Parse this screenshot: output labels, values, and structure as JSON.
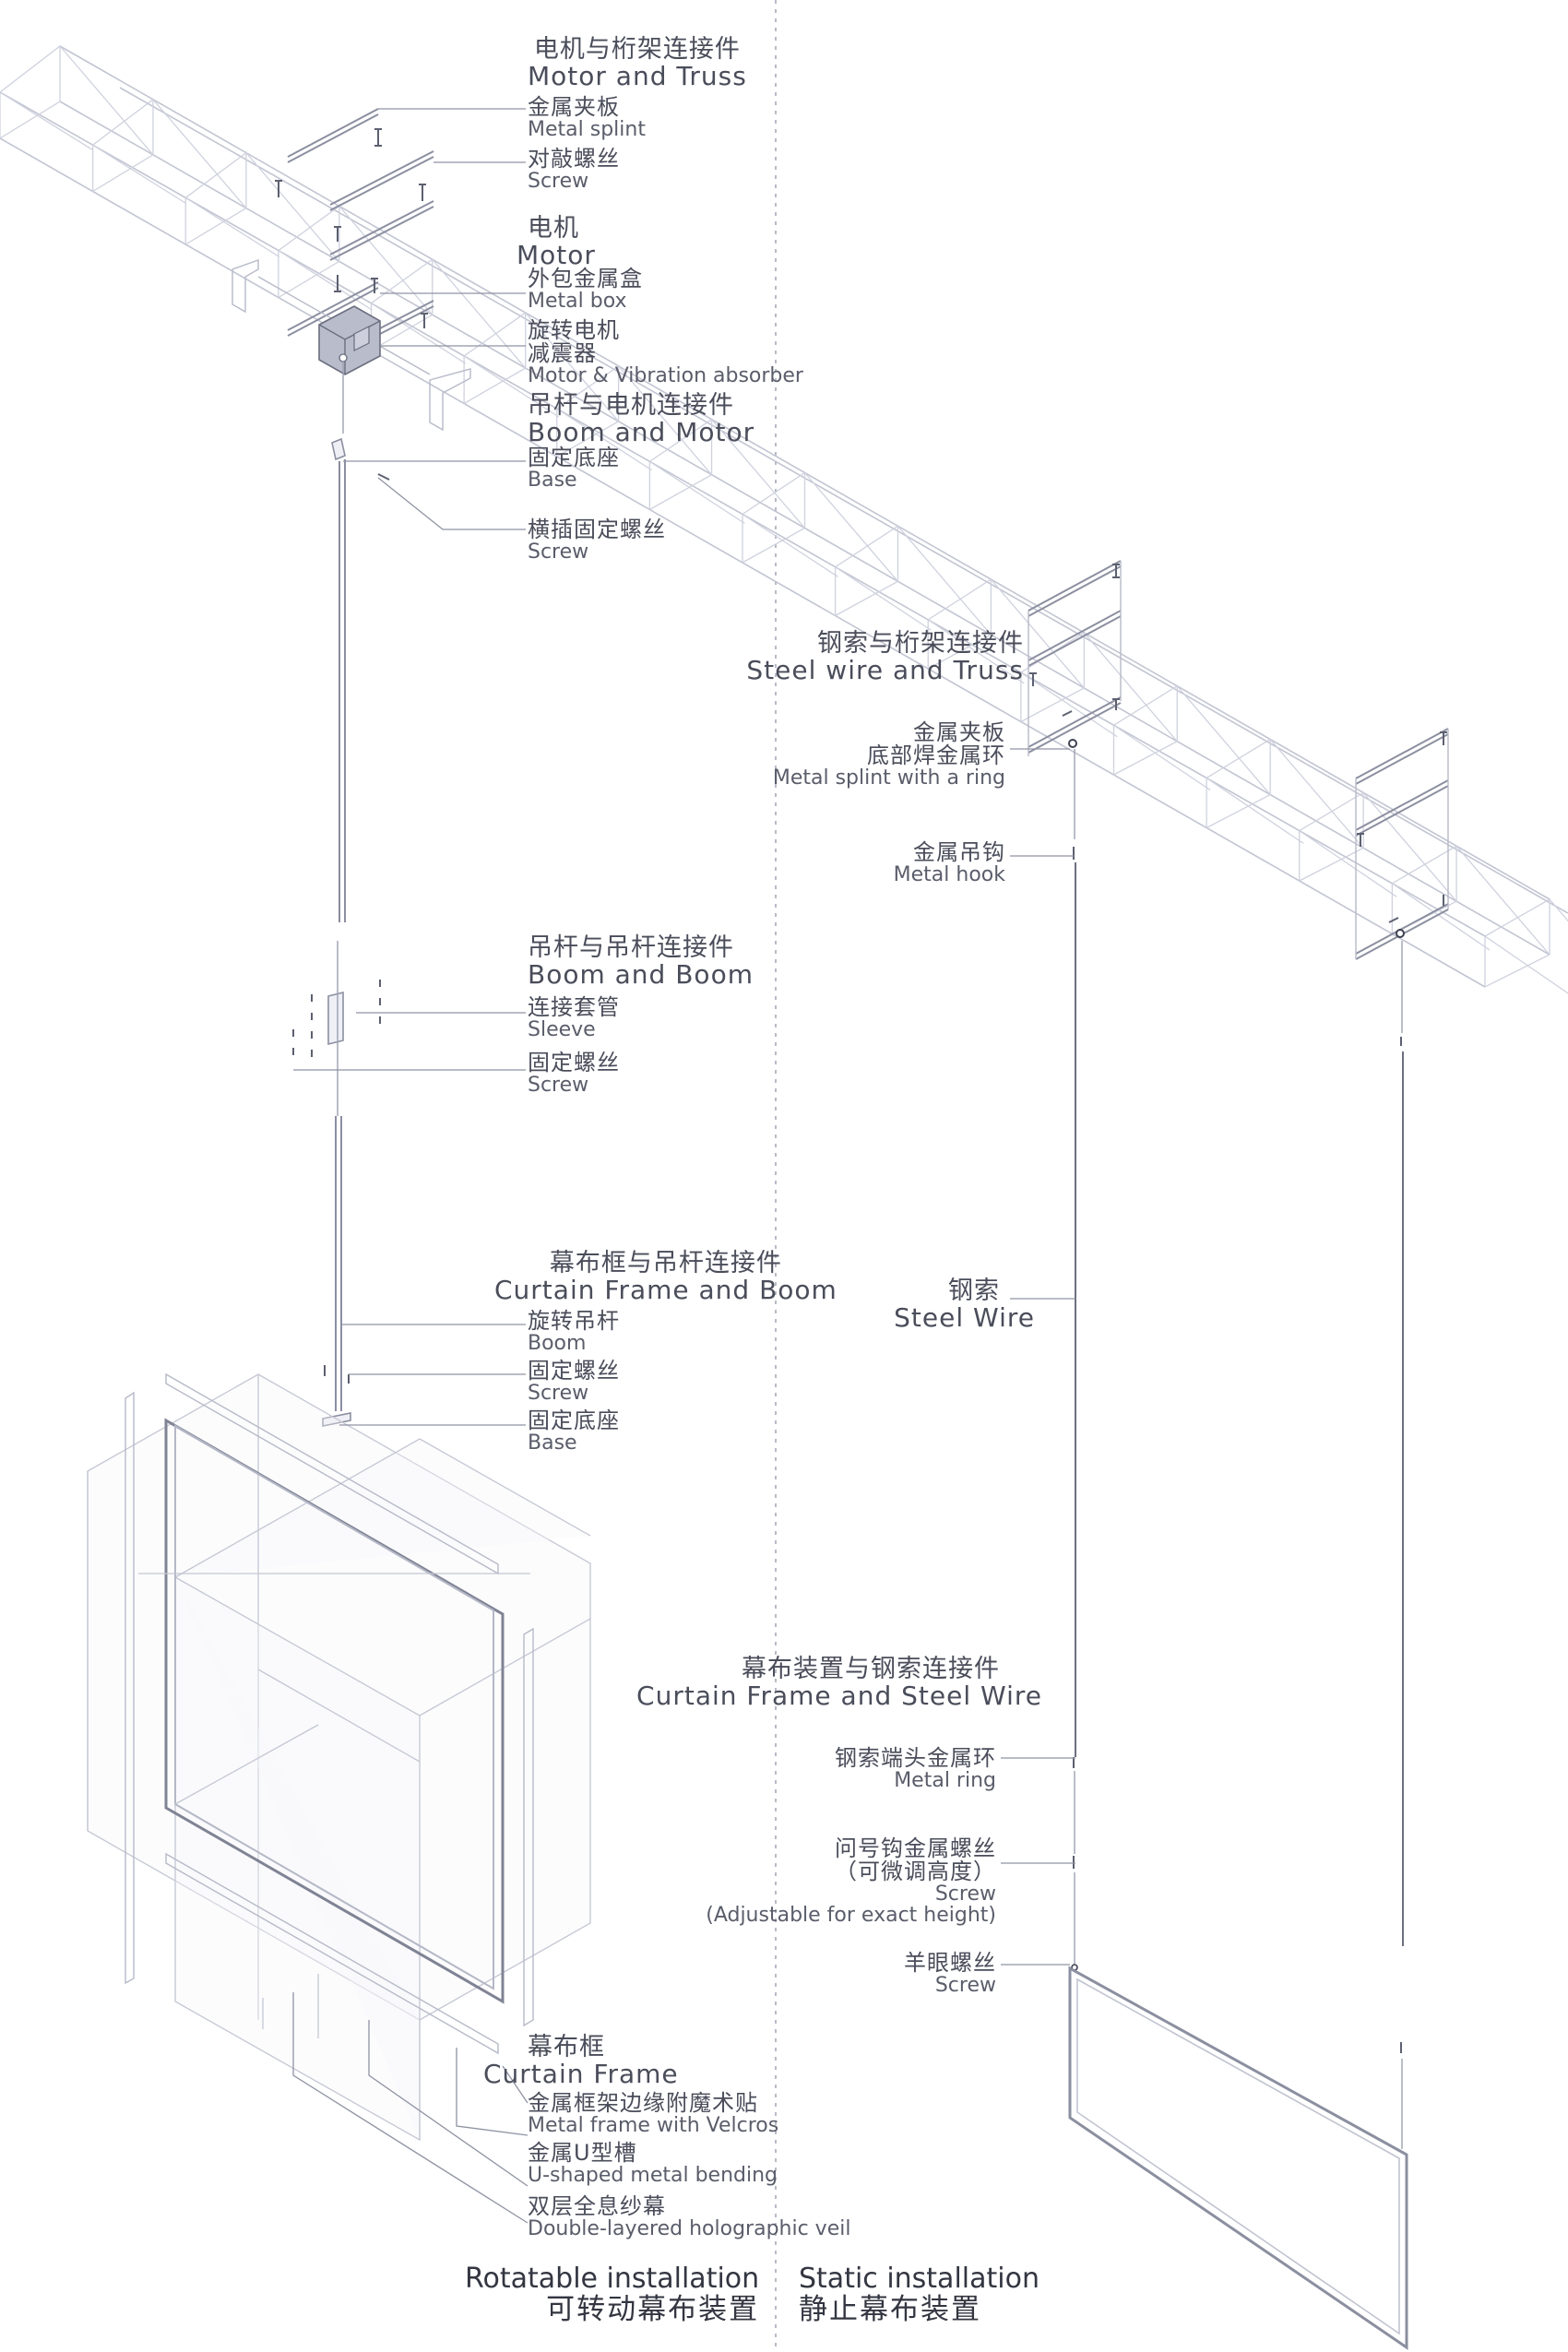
{
  "labels": {
    "motor_truss": {
      "zh": "电机与桁架连接件",
      "en": "Motor and Truss"
    },
    "metal_splint": {
      "zh": "金属夹板",
      "en": "Metal splint"
    },
    "screw_top": {
      "zh": "对敲螺丝",
      "en": "Screw"
    },
    "motor": {
      "zh": "电机",
      "en": "Motor"
    },
    "metal_box": {
      "zh": "外包金属盒",
      "en": "Metal box"
    },
    "rotary_motor": {
      "zh1": "旋转电机",
      "zh2": "减震器",
      "en": "Motor & Vibration absorber"
    },
    "boom_motor": {
      "zh": "吊杆与电机连接件",
      "en": "Boom and Motor"
    },
    "base_top": {
      "zh": "固定底座",
      "en": "Base"
    },
    "cross_screw": {
      "zh": "横插固定螺丝",
      "en": "Screw"
    },
    "boom_boom": {
      "zh": "吊杆与吊杆连接件",
      "en": "Boom and Boom"
    },
    "sleeve": {
      "zh": "连接套管",
      "en": "Sleeve"
    },
    "screw_mid": {
      "zh": "固定螺丝",
      "en": "Screw"
    },
    "frame_boom": {
      "zh": "幕布框与吊杆连接件",
      "en": "Curtain Frame and Boom"
    },
    "rot_boom": {
      "zh": "旋转吊杆",
      "en": "Boom"
    },
    "screw_low": {
      "zh": "固定螺丝",
      "en": "Screw"
    },
    "base_low": {
      "zh": "固定底座",
      "en": "Base"
    },
    "curtain_frame": {
      "zh": "幕布框",
      "en": "Curtain Frame"
    },
    "velcro": {
      "zh": "金属框架边缘附魔术贴",
      "en": "Metal frame with Velcros"
    },
    "u_bend": {
      "zh": "金属U型槽",
      "en": "U-shaped metal bending"
    },
    "veil": {
      "zh": "双层全息纱幕",
      "en": "Double-layered holographic veil"
    },
    "wire_truss": {
      "zh": "钢索与桁架连接件",
      "en": "Steel wire and Truss"
    },
    "splint_ring": {
      "zh1": "金属夹板",
      "zh2": "底部焊金属环",
      "en": "Metal splint with a ring"
    },
    "hook": {
      "zh": "金属吊钩",
      "en": "Metal hook"
    },
    "steel_wire": {
      "zh": "钢索",
      "en": "Steel Wire"
    },
    "frame_wire": {
      "zh": "幕布装置与钢索连接件",
      "en": "Curtain Frame and Steel Wire"
    },
    "metal_ring": {
      "zh": "钢索端头金属环",
      "en": "Metal ring"
    },
    "q_screw": {
      "zh1": "问号钩金属螺丝",
      "zh2": "（可微调高度）",
      "en1": "Screw",
      "en2": "(Adjustable for exact height)"
    },
    "eye_screw": {
      "zh": "羊眼螺丝",
      "en": "Screw"
    }
  },
  "footer": {
    "rotatable": {
      "en": "Rotatable installation",
      "zh": "可转动幕布装置"
    },
    "static": {
      "en": "Static installation",
      "zh": "静止幕布装置"
    }
  },
  "colors": {
    "line": "#9ea2b4",
    "dark": "#3f4252",
    "motor": "#b9bccb",
    "text": "#4a4d5a"
  }
}
